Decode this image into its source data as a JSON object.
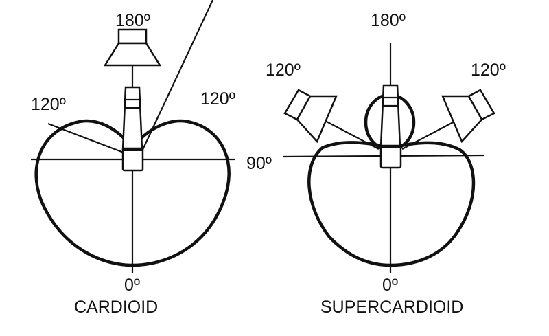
{
  "cardioid": {
    "title": "CARDIOID",
    "label_rear": "180º",
    "label_left": "120º",
    "label_right": "120º",
    "label_front": "0º"
  },
  "supercardioid": {
    "title": "SUPERCARDIOID",
    "label_rear": "180º",
    "label_left": "120º",
    "label_right": "120º",
    "label_side": "90º",
    "label_front": "0º"
  }
}
